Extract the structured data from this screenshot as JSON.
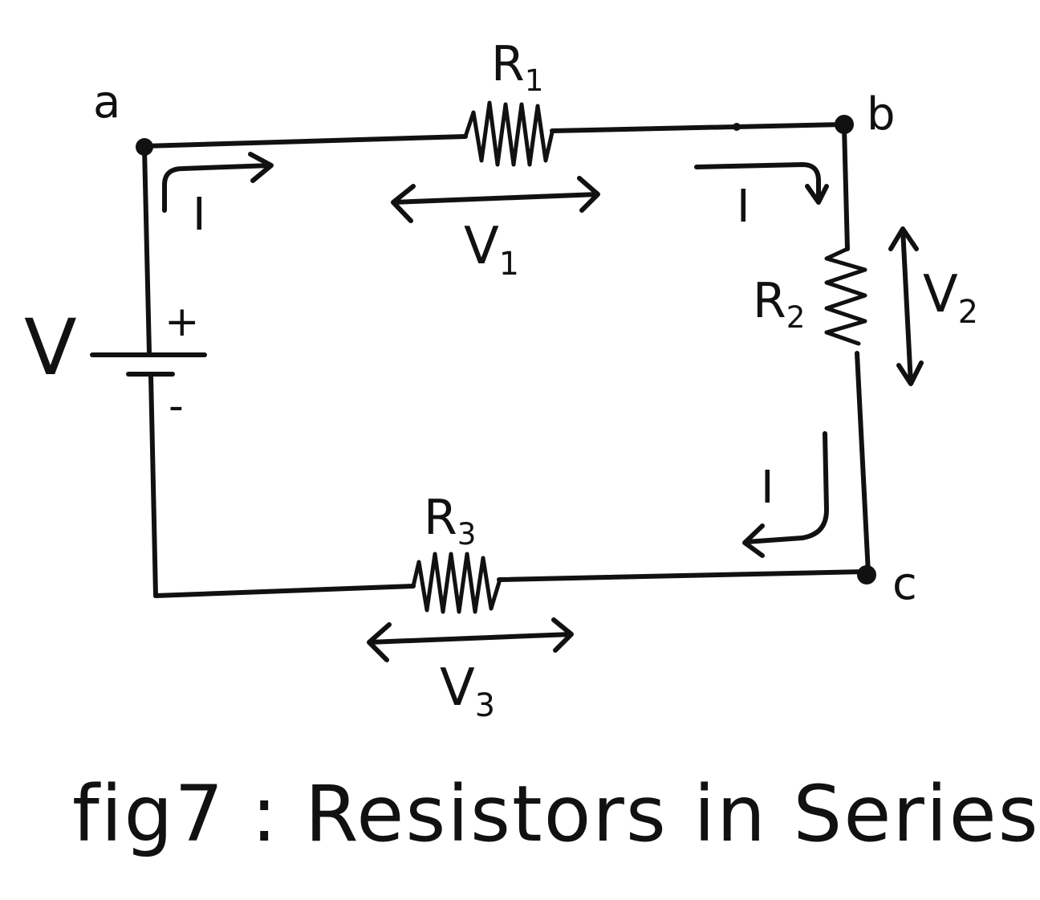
{
  "nodes": {
    "a": "a",
    "b": "b",
    "c": "c"
  },
  "resistors": {
    "r1": {
      "name": "R",
      "sub": "1"
    },
    "r2": {
      "name": "R",
      "sub": "2"
    },
    "r3": {
      "name": "R",
      "sub": "3"
    }
  },
  "voltages": {
    "v1": {
      "name": "V",
      "sub": "1"
    },
    "v2": {
      "name": "V",
      "sub": "2"
    },
    "v3": {
      "name": "V",
      "sub": "3"
    }
  },
  "source": {
    "label": "V",
    "plus": "+",
    "minus": "-"
  },
  "current": {
    "label": "I"
  },
  "caption": "fig7 : Resistors in Series",
  "colors": {
    "ink": "#111111",
    "background": "#ffffff"
  }
}
